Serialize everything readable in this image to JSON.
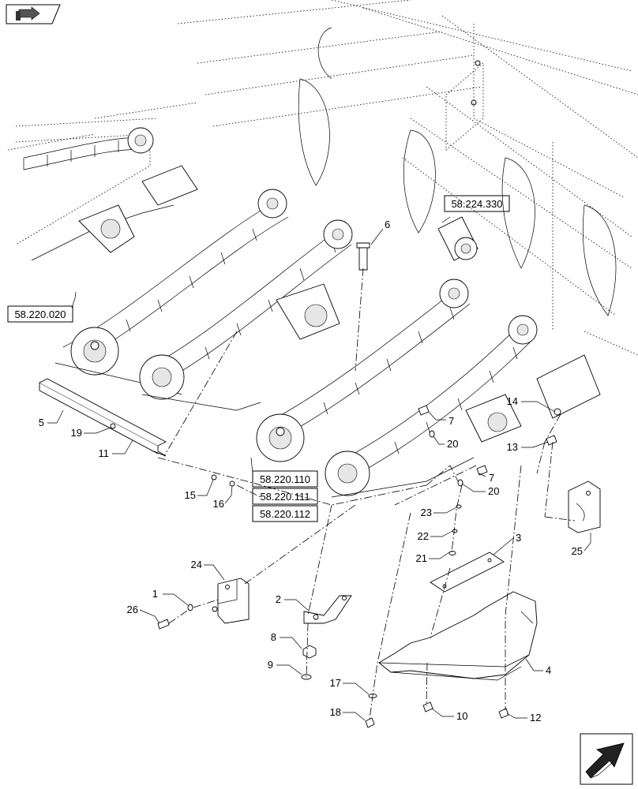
{
  "nav": {
    "top_icon": "book-arrow-icon",
    "bottom_icon": "next-page-arrow-icon"
  },
  "reference_boxes": [
    {
      "id": "ref-58-224-330",
      "label": "58.224.330"
    },
    {
      "id": "ref-58-220-020",
      "label": "58.220.020"
    },
    {
      "id": "ref-58-220-110",
      "label": "58.220.110"
    },
    {
      "id": "ref-58-220-111",
      "label": "58.220.111"
    },
    {
      "id": "ref-58-220-112",
      "label": "58.220.112"
    }
  ],
  "callouts": {
    "c1": "1",
    "c2": "2",
    "c3": "3",
    "c4": "4",
    "c5": "5",
    "c6": "6",
    "c7a": "7",
    "c7b": "7",
    "c8": "8",
    "c9": "9",
    "c10": "10",
    "c11": "11",
    "c12": "12",
    "c13": "13",
    "c14": "14",
    "c15": "15",
    "c16": "16",
    "c17": "17",
    "c18": "18",
    "c19": "19",
    "c20a": "20",
    "c20b": "20",
    "c21": "21",
    "c22": "22",
    "c23": "23",
    "c24": "24",
    "c25": "25",
    "c26": "26"
  }
}
